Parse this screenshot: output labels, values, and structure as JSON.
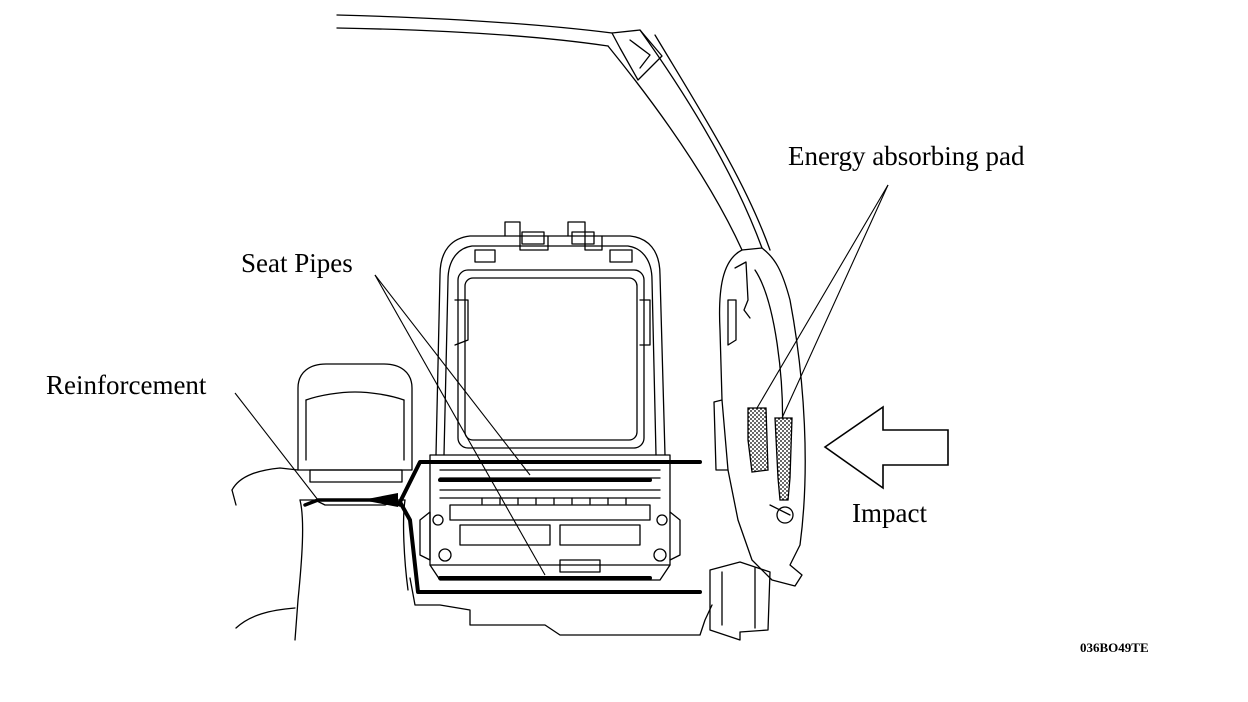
{
  "labels": {
    "energy_pad": "Energy absorbing pad",
    "seat_pipes": "Seat Pipes",
    "reinforcement": "Reinforcement",
    "impact": "Impact",
    "figure_id": "036BO49TE"
  },
  "colors": {
    "line": "#000000",
    "background": "#ffffff"
  }
}
